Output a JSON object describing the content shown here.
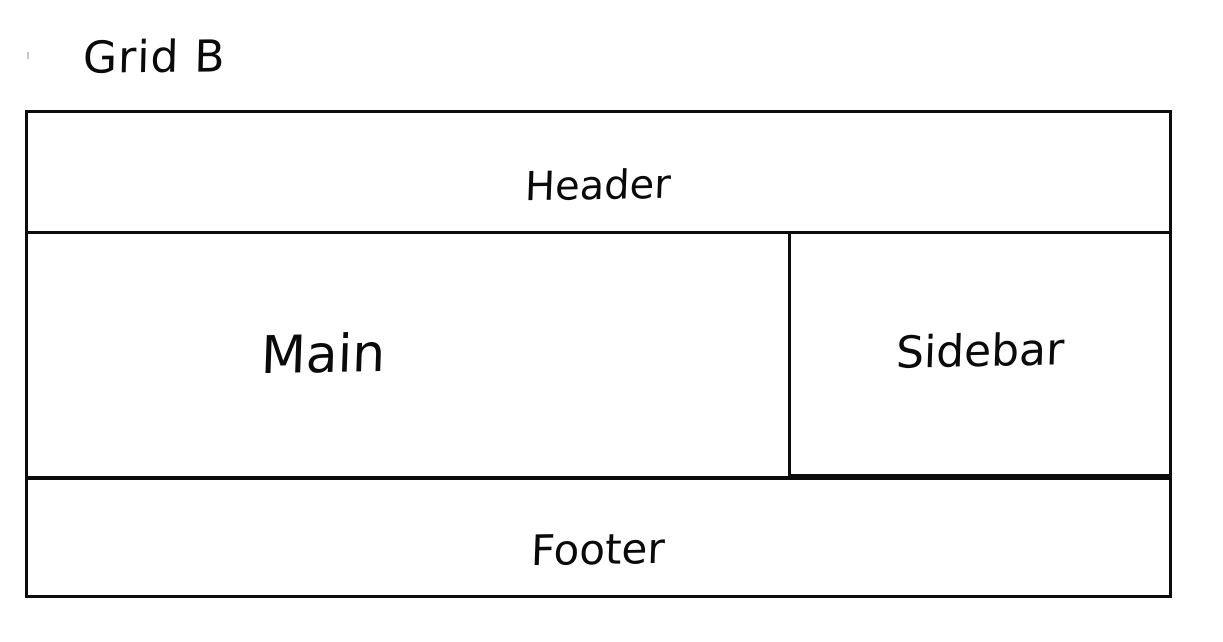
{
  "diagram": {
    "title": "Grid B",
    "ink_color": "#0c0c0c",
    "background_color": "#ffffff",
    "regions": [
      {
        "key": "header",
        "label": "Header"
      },
      {
        "key": "main",
        "label": "Main"
      },
      {
        "key": "sidebar",
        "label": "Sidebar"
      },
      {
        "key": "footer",
        "label": "Footer"
      }
    ]
  }
}
